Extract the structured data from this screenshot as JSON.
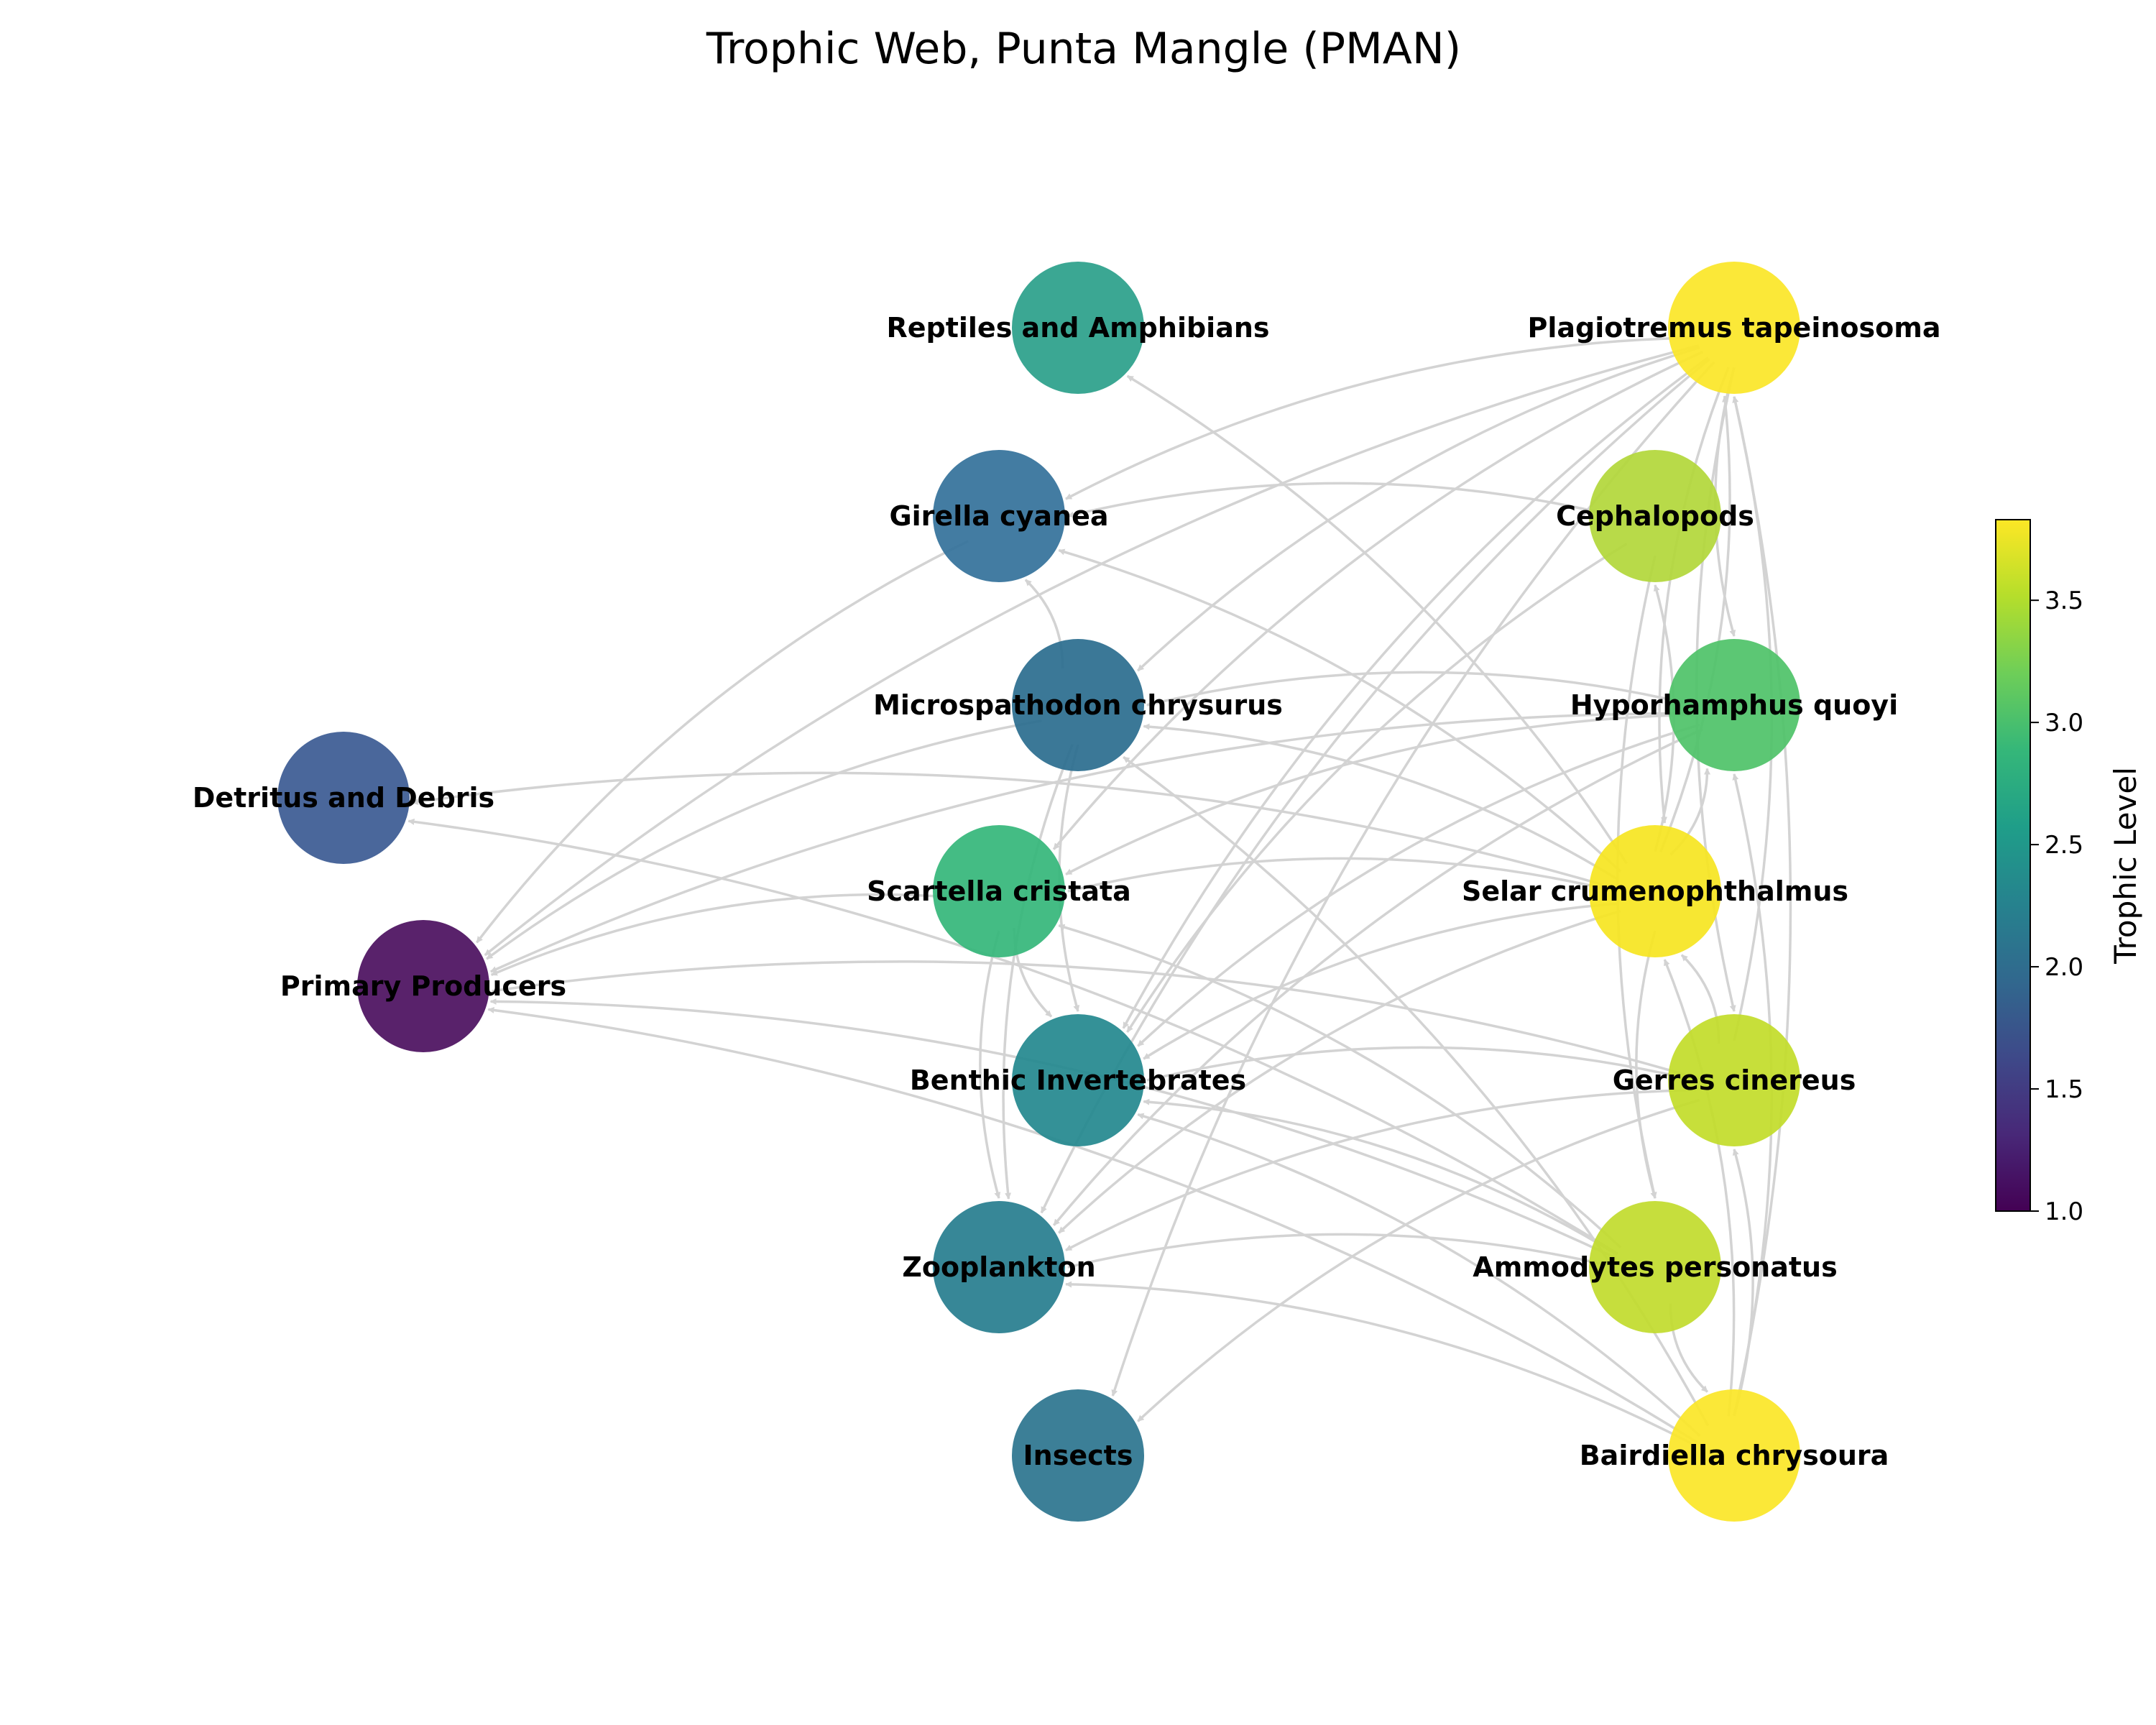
{
  "title": "Trophic Web, Punta Mangle (PMAN)",
  "edge_color": "#d3d3d3",
  "nodes": [
    {
      "id": "reptiles",
      "label": "Reptiles and Amphibians",
      "color": "#2aa08a"
    },
    {
      "id": "plagiotremus",
      "label": "Plagiotremus tapeinosoma",
      "color": "#fbe627"
    },
    {
      "id": "girella",
      "label": "Girella cyanea",
      "color": "#33719a"
    },
    {
      "id": "cephalopods",
      "label": "Cephalopods",
      "color": "#b2d739"
    },
    {
      "id": "microspathodon",
      "label": "Microspathodon chrysurus",
      "color": "#2a6d8e"
    },
    {
      "id": "hyporhamphus",
      "label": "Hyporhamphus quoyi",
      "color": "#4ec268"
    },
    {
      "id": "detritus",
      "label": "Detritus and Debris",
      "color": "#3b5a92"
    },
    {
      "id": "scartella",
      "label": "Scartella cristata",
      "color": "#34b679"
    },
    {
      "id": "selar",
      "label": "Selar crumenophthalmus",
      "color": "#f6e521"
    },
    {
      "id": "primary",
      "label": "Primary Producers",
      "color": "#4b0f5e"
    },
    {
      "id": "benthic",
      "label": "Benthic Invertebrates",
      "color": "#23888e"
    },
    {
      "id": "gerres",
      "label": "Gerres cinereus",
      "color": "#c2dc29"
    },
    {
      "id": "zooplankton",
      "label": "Zooplankton",
      "color": "#267d8e"
    },
    {
      "id": "ammodytes",
      "label": "Ammodytes personatus",
      "color": "#c1db2c"
    },
    {
      "id": "insects",
      "label": "Insects",
      "color": "#2b748e"
    },
    {
      "id": "bairdiella",
      "label": "Bairdiella chrysoura",
      "color": "#fbe627"
    }
  ],
  "edges": [
    [
      "plagiotremus",
      "girella"
    ],
    [
      "plagiotremus",
      "microspathodon"
    ],
    [
      "plagiotremus",
      "scartella"
    ],
    [
      "plagiotremus",
      "benthic"
    ],
    [
      "plagiotremus",
      "zooplankton"
    ],
    [
      "plagiotremus",
      "insects"
    ],
    [
      "plagiotremus",
      "primary"
    ],
    [
      "plagiotremus",
      "hyporhamphus"
    ],
    [
      "plagiotremus",
      "gerres"
    ],
    [
      "plagiotremus",
      "selar"
    ],
    [
      "girella",
      "primary"
    ],
    [
      "microspathodon",
      "primary"
    ],
    [
      "microspathodon",
      "benthic"
    ],
    [
      "microspathodon",
      "zooplankton"
    ],
    [
      "microspathodon",
      "girella"
    ],
    [
      "scartella",
      "primary"
    ],
    [
      "scartella",
      "benthic"
    ],
    [
      "scartella",
      "zooplankton"
    ],
    [
      "cephalopods",
      "girella"
    ],
    [
      "cephalopods",
      "benthic"
    ],
    [
      "cephalopods",
      "ammodytes"
    ],
    [
      "hyporhamphus",
      "primary"
    ],
    [
      "hyporhamphus",
      "scartella"
    ],
    [
      "hyporhamphus",
      "zooplankton"
    ],
    [
      "hyporhamphus",
      "benthic"
    ],
    [
      "hyporhamphus",
      "microspathodon"
    ],
    [
      "selar",
      "detritus"
    ],
    [
      "selar",
      "reptiles"
    ],
    [
      "selar",
      "girella"
    ],
    [
      "selar",
      "microspathodon"
    ],
    [
      "selar",
      "scartella"
    ],
    [
      "selar",
      "benthic"
    ],
    [
      "selar",
      "zooplankton"
    ],
    [
      "selar",
      "ammodytes"
    ],
    [
      "selar",
      "cephalopods"
    ],
    [
      "selar",
      "hyporhamphus"
    ],
    [
      "selar",
      "plagiotremus"
    ],
    [
      "gerres",
      "primary"
    ],
    [
      "gerres",
      "zooplankton"
    ],
    [
      "gerres",
      "benthic"
    ],
    [
      "gerres",
      "insects"
    ],
    [
      "gerres",
      "selar"
    ],
    [
      "gerres",
      "plagiotremus"
    ],
    [
      "ammodytes",
      "primary"
    ],
    [
      "ammodytes",
      "zooplankton"
    ],
    [
      "ammodytes",
      "benthic"
    ],
    [
      "ammodytes",
      "scartella"
    ],
    [
      "ammodytes",
      "detritus"
    ],
    [
      "ammodytes",
      "bairdiella"
    ],
    [
      "bairdiella",
      "primary"
    ],
    [
      "bairdiella",
      "zooplankton"
    ],
    [
      "bairdiella",
      "benthic"
    ],
    [
      "bairdiella",
      "microspathodon"
    ],
    [
      "bairdiella",
      "gerres"
    ],
    [
      "bairdiella",
      "hyporhamphus"
    ],
    [
      "bairdiella",
      "plagiotremus"
    ],
    [
      "bairdiella",
      "selar"
    ]
  ],
  "colorbar": {
    "label": "Trophic Level",
    "min": 1.0,
    "max": 3.83,
    "ticks": [
      "1.0",
      "1.5",
      "2.0",
      "2.5",
      "3.0",
      "3.5"
    ],
    "tick_values": [
      1.0,
      1.5,
      2.0,
      2.5,
      3.0,
      3.5
    ],
    "colormap": [
      "#440154",
      "#482878",
      "#3e4989",
      "#31688e",
      "#26828e",
      "#1f9e89",
      "#35b779",
      "#6ece58",
      "#b5de2b",
      "#fde725"
    ]
  }
}
